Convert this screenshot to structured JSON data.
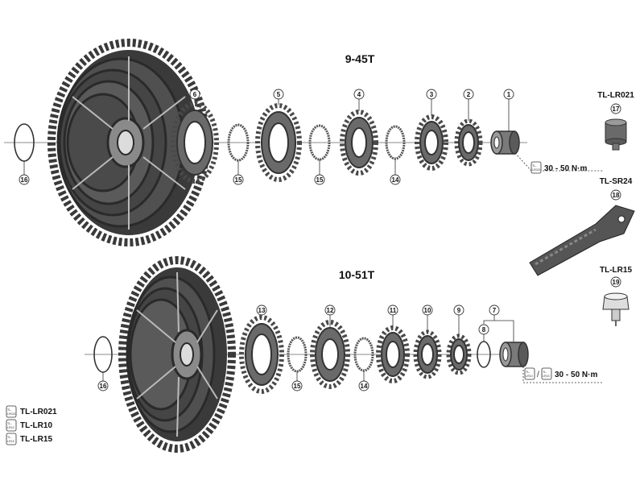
{
  "assemblies": [
    {
      "title": "9-45T",
      "callouts": [
        "16",
        "6",
        "15",
        "5",
        "15",
        "4",
        "14",
        "3",
        "2",
        "1"
      ],
      "torque": "30 - 50 N·m",
      "torque_tool_codes": [
        "TL-\nLR021"
      ]
    },
    {
      "title": "10-51T",
      "callouts": [
        "16",
        "13",
        "15",
        "12",
        "14",
        "11",
        "10",
        "9",
        "8",
        "7"
      ],
      "torque": "30 - 50 N·m",
      "torque_tool_codes": [
        "TL-\nLR10",
        "TL-\nLR15"
      ]
    }
  ],
  "tools": [
    {
      "name": "TL-LR021",
      "callout": "17",
      "icon": "lockring-socket-icon"
    },
    {
      "name": "TL-SR24",
      "callout": "18",
      "icon": "chain-whip-icon"
    },
    {
      "name": "TL-LR15",
      "callout": "19",
      "icon": "lockring-tool-icon"
    }
  ],
  "legend": [
    {
      "label": "TL-LR021",
      "code_top": "TL-",
      "code_bottom": "LR021"
    },
    {
      "label": "TL-LR10",
      "code_top": "TL-",
      "code_bottom": "LR10"
    },
    {
      "label": "TL-LR15",
      "code_top": "TL-",
      "code_bottom": "LR15"
    }
  ]
}
